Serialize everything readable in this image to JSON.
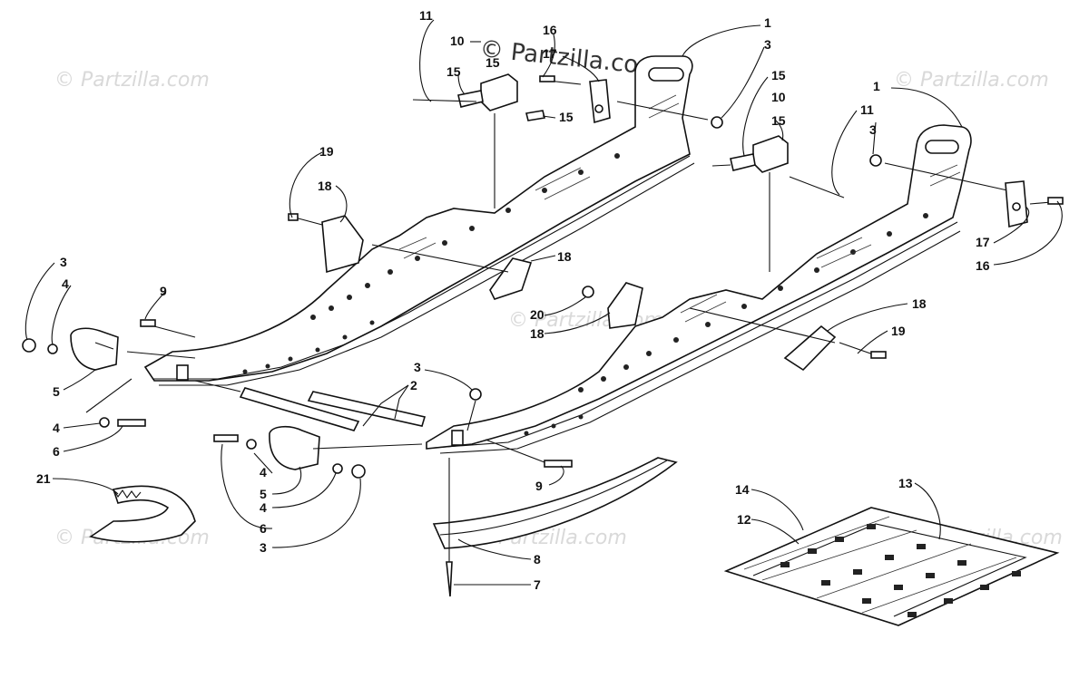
{
  "diagram": {
    "watermarks": [
      "© Partzilla.com",
      "© Partzilla.com",
      "© Partzilla.com",
      "© Partzilla.com",
      "© Partzilla.com",
      "© Partzilla.com"
    ],
    "main_watermark": "© Partzilla.com",
    "callouts": [
      "1",
      "3",
      "11",
      "10",
      "16",
      "17",
      "15",
      "15",
      "15",
      "1",
      "3",
      "15",
      "10",
      "15",
      "11",
      "3",
      "19",
      "18",
      "18",
      "17",
      "16",
      "3",
      "4",
      "9",
      "20",
      "18",
      "18",
      "19",
      "5",
      "4",
      "6",
      "2",
      "3",
      "9",
      "4",
      "5",
      "4",
      "6",
      "3",
      "21",
      "14",
      "12",
      "13",
      "8",
      "7"
    ]
  }
}
